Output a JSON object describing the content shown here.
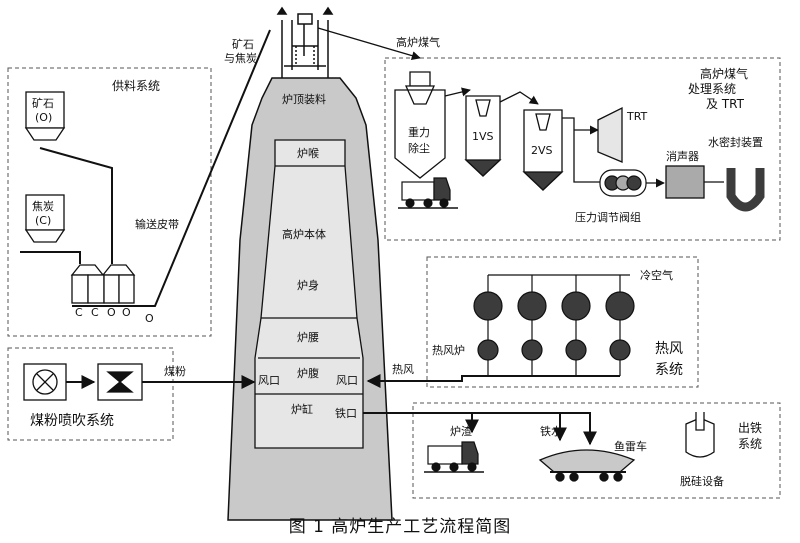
{
  "sections": {
    "supply": "供料系统",
    "gas_treatment": [
      "高炉煤气",
      "处理系统",
      "及 TRT"
    ],
    "hot_blast": [
      "热风",
      "系统"
    ],
    "coal_injection": "煤粉喷吹系统",
    "tapping": [
      "出铁",
      "系统"
    ]
  },
  "labels": {
    "ore_bin": [
      "矿石",
      "(O)"
    ],
    "coke_bin": [
      "焦炭",
      "(C)"
    ],
    "conveyor": "输送皮带",
    "hopper_tags": [
      "C",
      "C",
      "O",
      "O"
    ],
    "belt_tag": "O",
    "ore_coke": [
      "矿石",
      "与焦炭"
    ],
    "furnace_top_charging": "炉顶装料",
    "bf_gas": "高炉煤气",
    "throat": "炉喉",
    "body": "高炉本体",
    "shaft": "炉身",
    "belly": "炉腰",
    "bosh": "炉腹",
    "hearth": "炉缸",
    "tuyere_left": "风口",
    "tuyere_right": "风口",
    "taphole": "铁口",
    "gravity_dust": [
      "重力",
      "除尘"
    ],
    "vs1": "1VS",
    "vs2": "2VS",
    "trt": "TRT",
    "pressure_valve": "压力调节阀组",
    "silencer": "消声器",
    "water_seal": "水密封装置",
    "cold_air": "冷空气",
    "stove": "热风炉",
    "hot_air": "热风",
    "coal_powder": "煤粉",
    "slag": "炉渣",
    "molten_iron": "铁水",
    "torpedo_car": "鱼雷车",
    "desilicon": "脱硅设备"
  },
  "caption": "图 1    高炉生产工艺流程简图",
  "colors": {
    "furnace_fill": "#c9c9c9",
    "furnace_inner": "#e6e6e6",
    "dark": "#3c3c3c",
    "line": "#111111"
  }
}
